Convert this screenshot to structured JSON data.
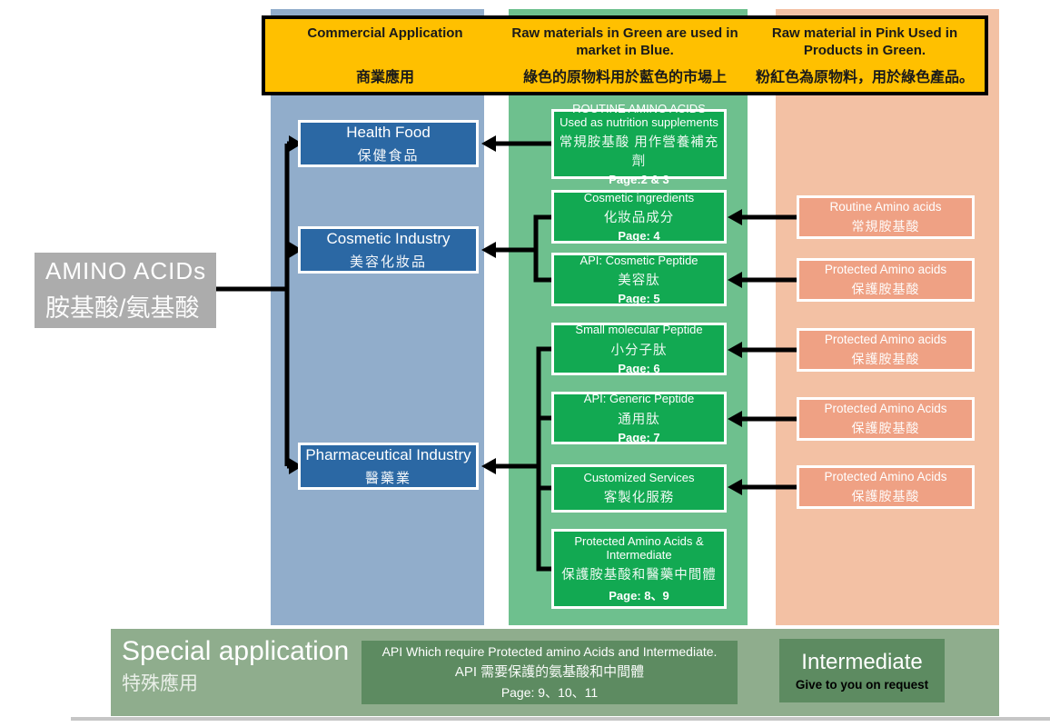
{
  "legend": {
    "commercial": {
      "en": "Commercial Application",
      "zh": "商業應用"
    },
    "green_rule": {
      "en": "Raw materials in Green are used in market in Blue.",
      "zh": "綠色的原物料用於藍色的市場上"
    },
    "pink_rule": {
      "en": "Raw material in Pink Used in Products in Green.",
      "zh": "粉紅色為原物料，用於綠色產品。"
    }
  },
  "root": {
    "en": "AMINO ACIDs",
    "zh": "胺基酸/氨基酸"
  },
  "markets": [
    {
      "en": "Health Food",
      "zh": "保健食品"
    },
    {
      "en": "Cosmetic Industry",
      "zh": "美容化妝品"
    },
    {
      "en": "Pharmaceutical Industry",
      "zh": "醫藥業"
    }
  ],
  "products": [
    {
      "en": "ROUTINE AMINO ACIDS Used as nutrition supplements",
      "zh": "常規胺基酸 用作營養補充劑",
      "page": "Page:2 & 3"
    },
    {
      "en": "Cosmetic ingredients",
      "zh": "化妝品成分",
      "page": "Page: 4"
    },
    {
      "en": "API: Cosmetic Peptide",
      "zh": "美容肽",
      "page": "Page: 5"
    },
    {
      "en": "Small molecular Peptide",
      "zh": "小分子肽",
      "page": "Page: 6"
    },
    {
      "en": "API: Generic Peptide",
      "zh": "通用肽",
      "page": "Page: 7"
    },
    {
      "en": "Customized Services",
      "zh": "客製化服務",
      "page": ""
    },
    {
      "en": "Protected Amino Acids & Intermediate",
      "zh": "保護胺基酸和醫藥中間體",
      "page": "Page: 8、9"
    }
  ],
  "raw_materials": [
    {
      "en": "Routine Amino acids",
      "zh": "常規胺基酸"
    },
    {
      "en": "Protected Amino acids",
      "zh": "保護胺基酸"
    },
    {
      "en": "Protected Amino acids",
      "zh": "保護胺基酸"
    },
    {
      "en": "Protected Amino Acids",
      "zh": "保護胺基酸"
    },
    {
      "en": "Protected Amino Acids",
      "zh": "保護胺基酸"
    }
  ],
  "special": {
    "title_en": "Special application",
    "title_zh": "特殊應用",
    "api_box": {
      "en": "API Which require Protected amino Acids and Intermediate.",
      "zh": "API 需要保護的氨基酸和中間體",
      "page": "Page: 9、10、11"
    },
    "intermediate": {
      "title": "Intermediate",
      "note": "Give to you on request"
    }
  },
  "colors": {
    "legend_gold": "#FFC000",
    "column_blue": "#91ADCB",
    "column_green": "#6EC08E",
    "column_pink": "#F3C1A4",
    "market_blue": "#2B68A4",
    "product_green": "#12A952",
    "raw_pink": "#EFA184",
    "root_gray": "#ACACAC",
    "special_bar_green": "#8FAD8D",
    "special_box_green": "#5D8B61",
    "arrow_black": "#000000"
  }
}
